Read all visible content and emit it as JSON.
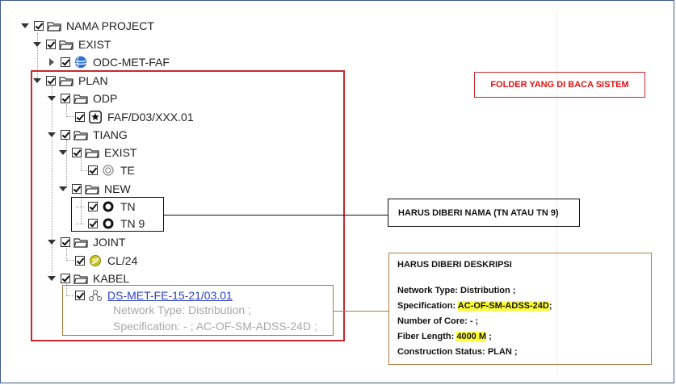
{
  "tree": {
    "root": "NAMA PROJECT",
    "exist": "EXIST",
    "odc": "ODC-MET-FAF",
    "plan": "PLAN",
    "odp": "ODP",
    "odp_item": "FAF/D03/XXX.01",
    "tiang": "TIANG",
    "tiang_exist": "EXIST",
    "te": "TE",
    "tiang_new": "NEW",
    "tn": "TN",
    "tn9": "TN 9",
    "joint": "JOINT",
    "joint_item": "CL/24",
    "kabel": "KABEL",
    "kabel_item": "DS-MET-FE-15-21/03.01",
    "kabel_desc1": "Network Type: Distribution ;",
    "kabel_desc2": "Specification: - ; AC-OF-SM-ADSS-24D ;"
  },
  "callouts": {
    "folder": "FOLDER YANG DI BACA SISTEM",
    "nama": "HARUS DIBERI NAMA (TN ATAU TN 9)",
    "deskripsi_title": "HARUS DIBERI DESKRIPSI",
    "network_type": "Network Type: Distribution ;",
    "spec_label": "Specification: ",
    "spec_value": "AC-OF-SM-ADSS-24D",
    "spec_end": ";",
    "cores": "Number of Core: - ;",
    "fiber_label": "Fiber Length: ",
    "fiber_value": "4000 M",
    "fiber_end": " ;",
    "status": "Construction Status: PLAN ;"
  },
  "colors": {
    "highlight_red": "#c8282d",
    "highlight_tan": "#b07a3c",
    "link": "#2a3fbf",
    "marker": "#ffff33"
  }
}
